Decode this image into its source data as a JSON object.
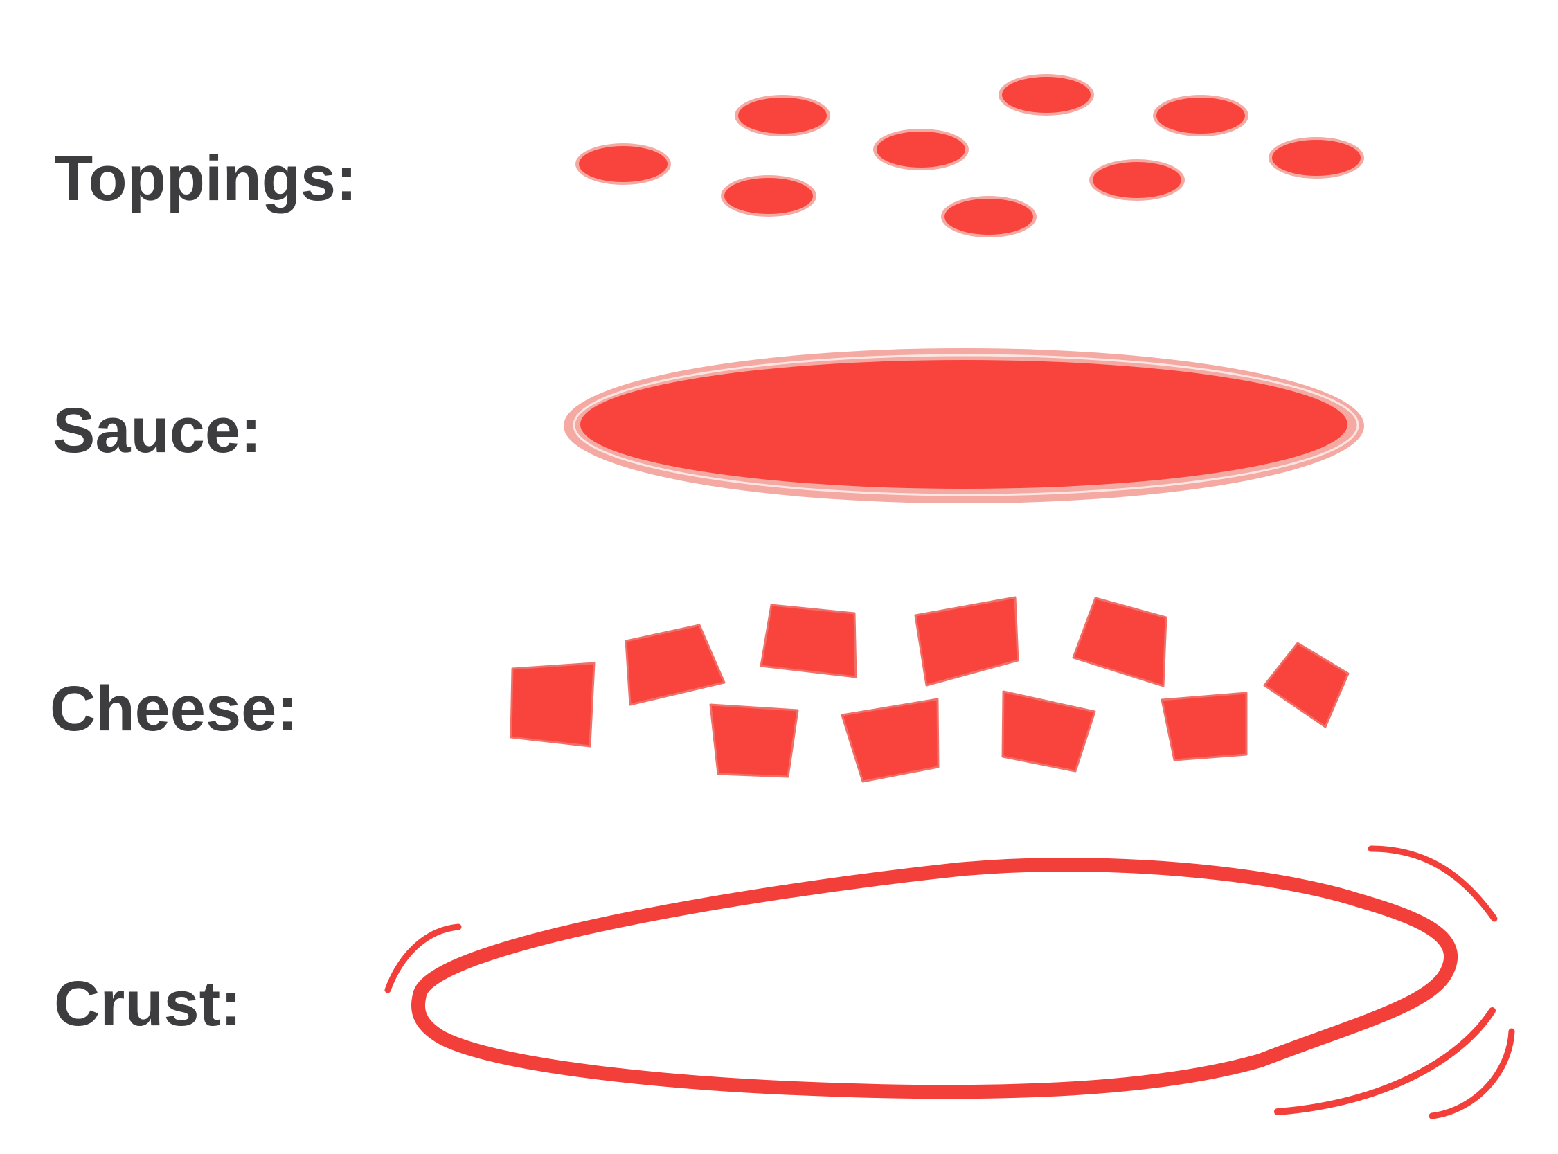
{
  "diagram": {
    "layers": [
      {
        "id": "toppings",
        "label": "Toppings:"
      },
      {
        "id": "sauce",
        "label": "Sauce:"
      },
      {
        "id": "cheese",
        "label": "Cheese:"
      },
      {
        "id": "crust",
        "label": "Crust:"
      }
    ],
    "colors": {
      "label_text": "#3d3d40",
      "fill": "#f8443d",
      "rim": "#f4aaa2",
      "edge": "#ef7068",
      "stroke": "#f33f39"
    }
  }
}
